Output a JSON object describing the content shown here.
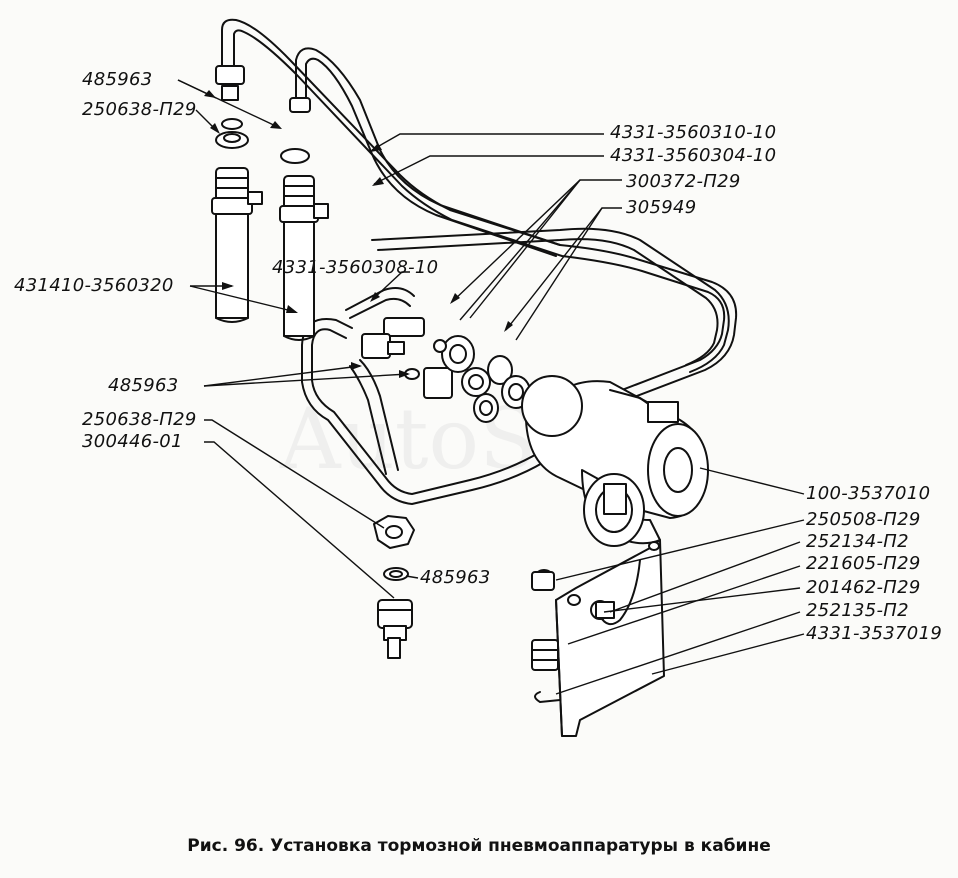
{
  "figure": {
    "caption": "Рис. 96. Установка тормозной пневмоаппаратуры в кабине",
    "watermark": "AutoSoft"
  },
  "labels": [
    {
      "id": "l1",
      "text": "485963"
    },
    {
      "id": "l2",
      "text": "250638-П29"
    },
    {
      "id": "l3",
      "text": "4331-3560310-10"
    },
    {
      "id": "l4",
      "text": "4331-3560304-10"
    },
    {
      "id": "l5",
      "text": "300372-П29"
    },
    {
      "id": "l6",
      "text": "305949"
    },
    {
      "id": "l7",
      "text": "431410-3560320"
    },
    {
      "id": "l8",
      "text": "4331-3560308-10"
    },
    {
      "id": "l9",
      "text": "485963"
    },
    {
      "id": "l10",
      "text": "250638-П29"
    },
    {
      "id": "l11",
      "text": "300446-01"
    },
    {
      "id": "l12",
      "text": "485963"
    },
    {
      "id": "l13",
      "text": "100-3537010"
    },
    {
      "id": "l14",
      "text": "250508-П29"
    },
    {
      "id": "l15",
      "text": "252134-П2"
    },
    {
      "id": "l16",
      "text": "221605-П29"
    },
    {
      "id": "l17",
      "text": "201462-П29"
    },
    {
      "id": "l18",
      "text": "252135-П2"
    },
    {
      "id": "l19",
      "text": "4331-3537019"
    }
  ]
}
